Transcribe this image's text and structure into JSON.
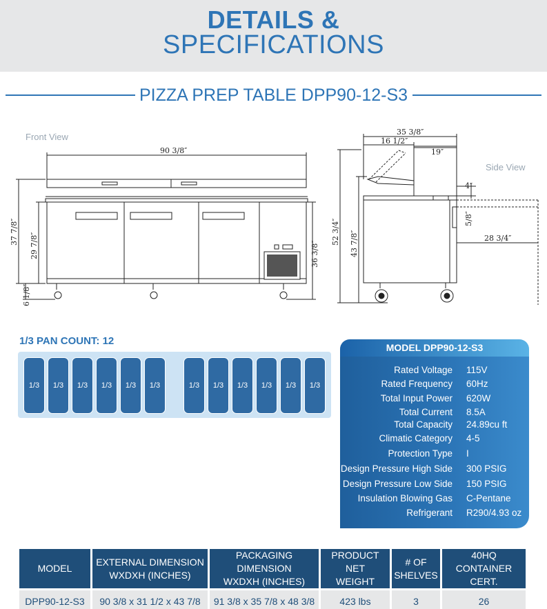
{
  "header": {
    "title_line1": "DETAILS &",
    "title_line2": "SPECIFICATIONS"
  },
  "product_title": "PIZZA PREP TABLE DPP90-12-S3",
  "drawing": {
    "front_view_label": "Front View",
    "side_view_label": "Side View",
    "dims": {
      "width": "90 3/8″",
      "height_total": "37 7/8″",
      "height_work": "29 7/8″",
      "caster": "6 1/8″",
      "right_height": "36 3/8″",
      "depth_total": "35 3/8″",
      "depth_lid": "16 1/2″",
      "depth_top": "19″",
      "side_height_total": "52 3/4″",
      "side_height_work": "43 7/8″",
      "pan_depth": "4″",
      "board": "5/8″",
      "body_depth": "28 3/4″"
    }
  },
  "pan_count": {
    "title": "1/3 PAN COUNT: 12",
    "pans": [
      "1/3",
      "1/3",
      "1/3",
      "1/3",
      "1/3",
      "1/3",
      "1/3",
      "1/3",
      "1/3",
      "1/3",
      "1/3",
      "1/3"
    ]
  },
  "spec_panel": {
    "title": "MODEL DPP90-12-S3",
    "rows": [
      {
        "label": "Rated  Voltage",
        "value": "115V"
      },
      {
        "label": "Rated  Frequency",
        "value": "60Hz"
      },
      {
        "label": "Total Input Power",
        "value": "620W"
      },
      {
        "label": "Total Current",
        "value": "8.5A"
      },
      {
        "label": "Total Capacity",
        "value": "24.89cu ft"
      },
      {
        "label": "Climatic Category",
        "value": "4-5"
      },
      {
        "label": "Protection Type",
        "value": "I"
      },
      {
        "label": "Design Pressure High Side",
        "value": "300 PSIG"
      },
      {
        "label": "Design Pressure Low Side",
        "value": "150 PSIG"
      },
      {
        "label": "Insulation Blowing Gas",
        "value": "C-Pentane"
      },
      {
        "label": "Refrigerant",
        "value": "R290/4.93 oz"
      }
    ]
  },
  "table": {
    "headers": [
      "MODEL",
      "EXTERNAL DIMENSION WXDXH (INCHES)",
      "PACKAGING DIMENSION WXDXH (INCHES)",
      "PRODUCT NET WEIGHT",
      "# OF SHELVES",
      "40HQ CONTAINER CERT."
    ],
    "header_lines": [
      [
        "MODEL"
      ],
      [
        "EXTERNAL DIMENSION",
        "WXDXH (INCHES)"
      ],
      [
        "PACKAGING DIMENSION",
        "WXDXH (INCHES)"
      ],
      [
        "PRODUCT NET",
        "WEIGHT"
      ],
      [
        "# OF",
        "SHELVES"
      ],
      [
        "40HQ",
        "CONTAINER CERT."
      ]
    ],
    "row": [
      "DPP90-12-S3",
      "90 3/8 x 31 1/2 x 43 7/8",
      "91 3/8 x 35 7/8 x 48 3/8",
      "423 lbs",
      "3",
      "26"
    ]
  },
  "colors": {
    "accent": "#2e75b6",
    "navy": "#1f4e79",
    "header_bg": "#e6e7e8",
    "pan_bg": "#cde3f4"
  }
}
